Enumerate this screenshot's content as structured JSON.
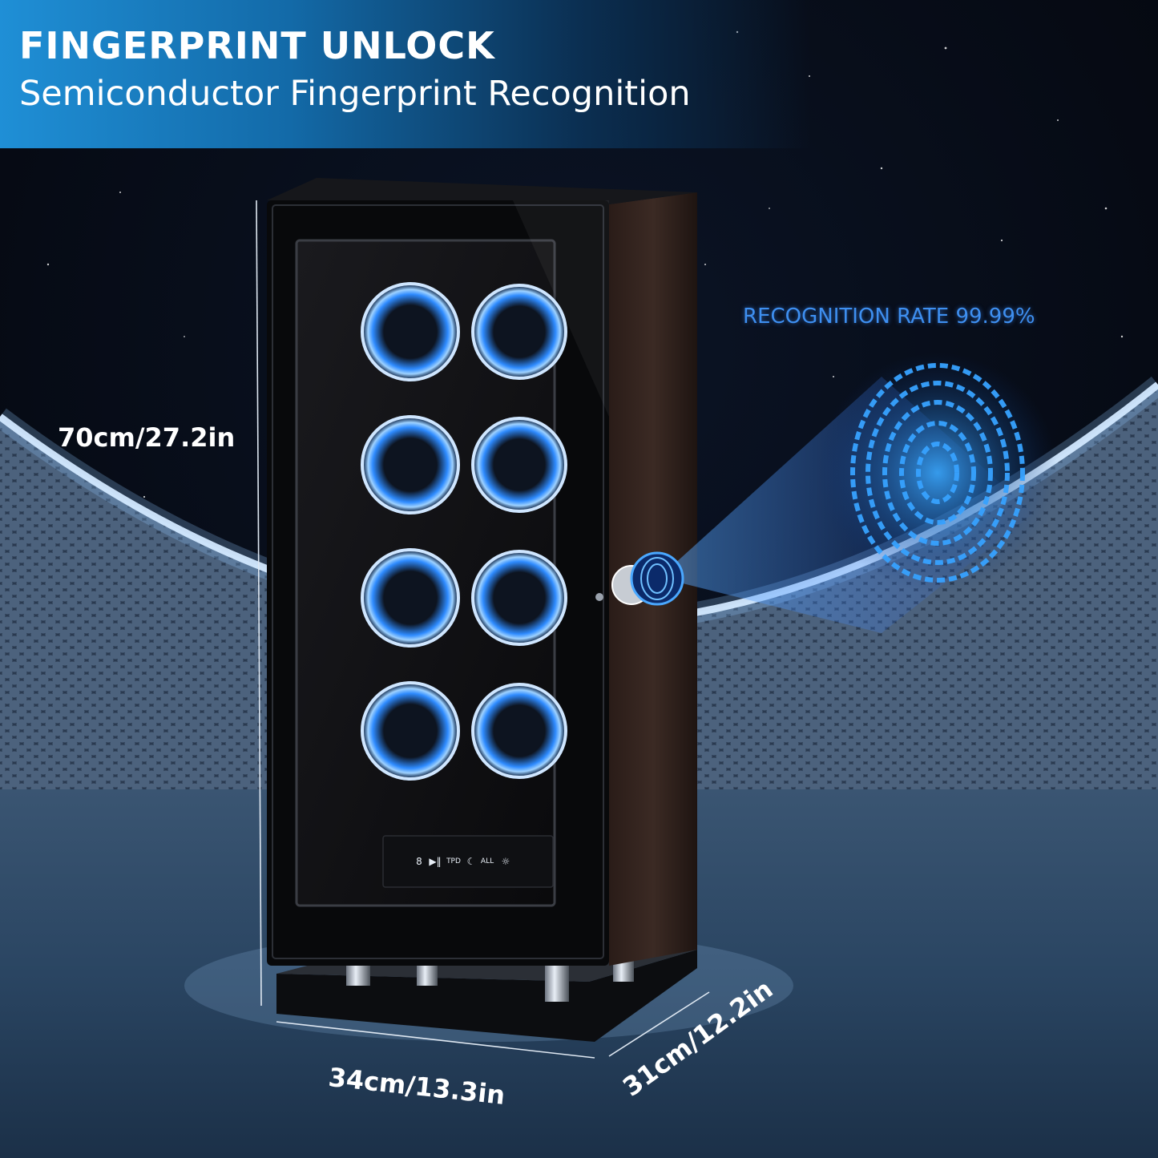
{
  "header": {
    "title": "FINGERPRINT UNLOCK",
    "subtitle": "Semiconductor Fingerprint Recognition"
  },
  "callout": {
    "recognition_rate": "RECOGNITION RATE 99.99%"
  },
  "dimensions": {
    "height": "70cm/27.2in",
    "width": "34cm/13.3in",
    "depth": "31cm/12.2in"
  },
  "control_panel": {
    "buttons": [
      "8",
      "▶‖",
      "TPD",
      "☾",
      "ALL",
      "☼"
    ]
  },
  "colors": {
    "header_blue": "#1f8fd6",
    "accent_blue": "#3e8ff0",
    "ring_glow": "#2e8bff",
    "cabinet": "#0a0a0c"
  },
  "icons": [
    "fingerprint-icon",
    "fingerprint-sensor-icon",
    "keyhole-icon"
  ]
}
